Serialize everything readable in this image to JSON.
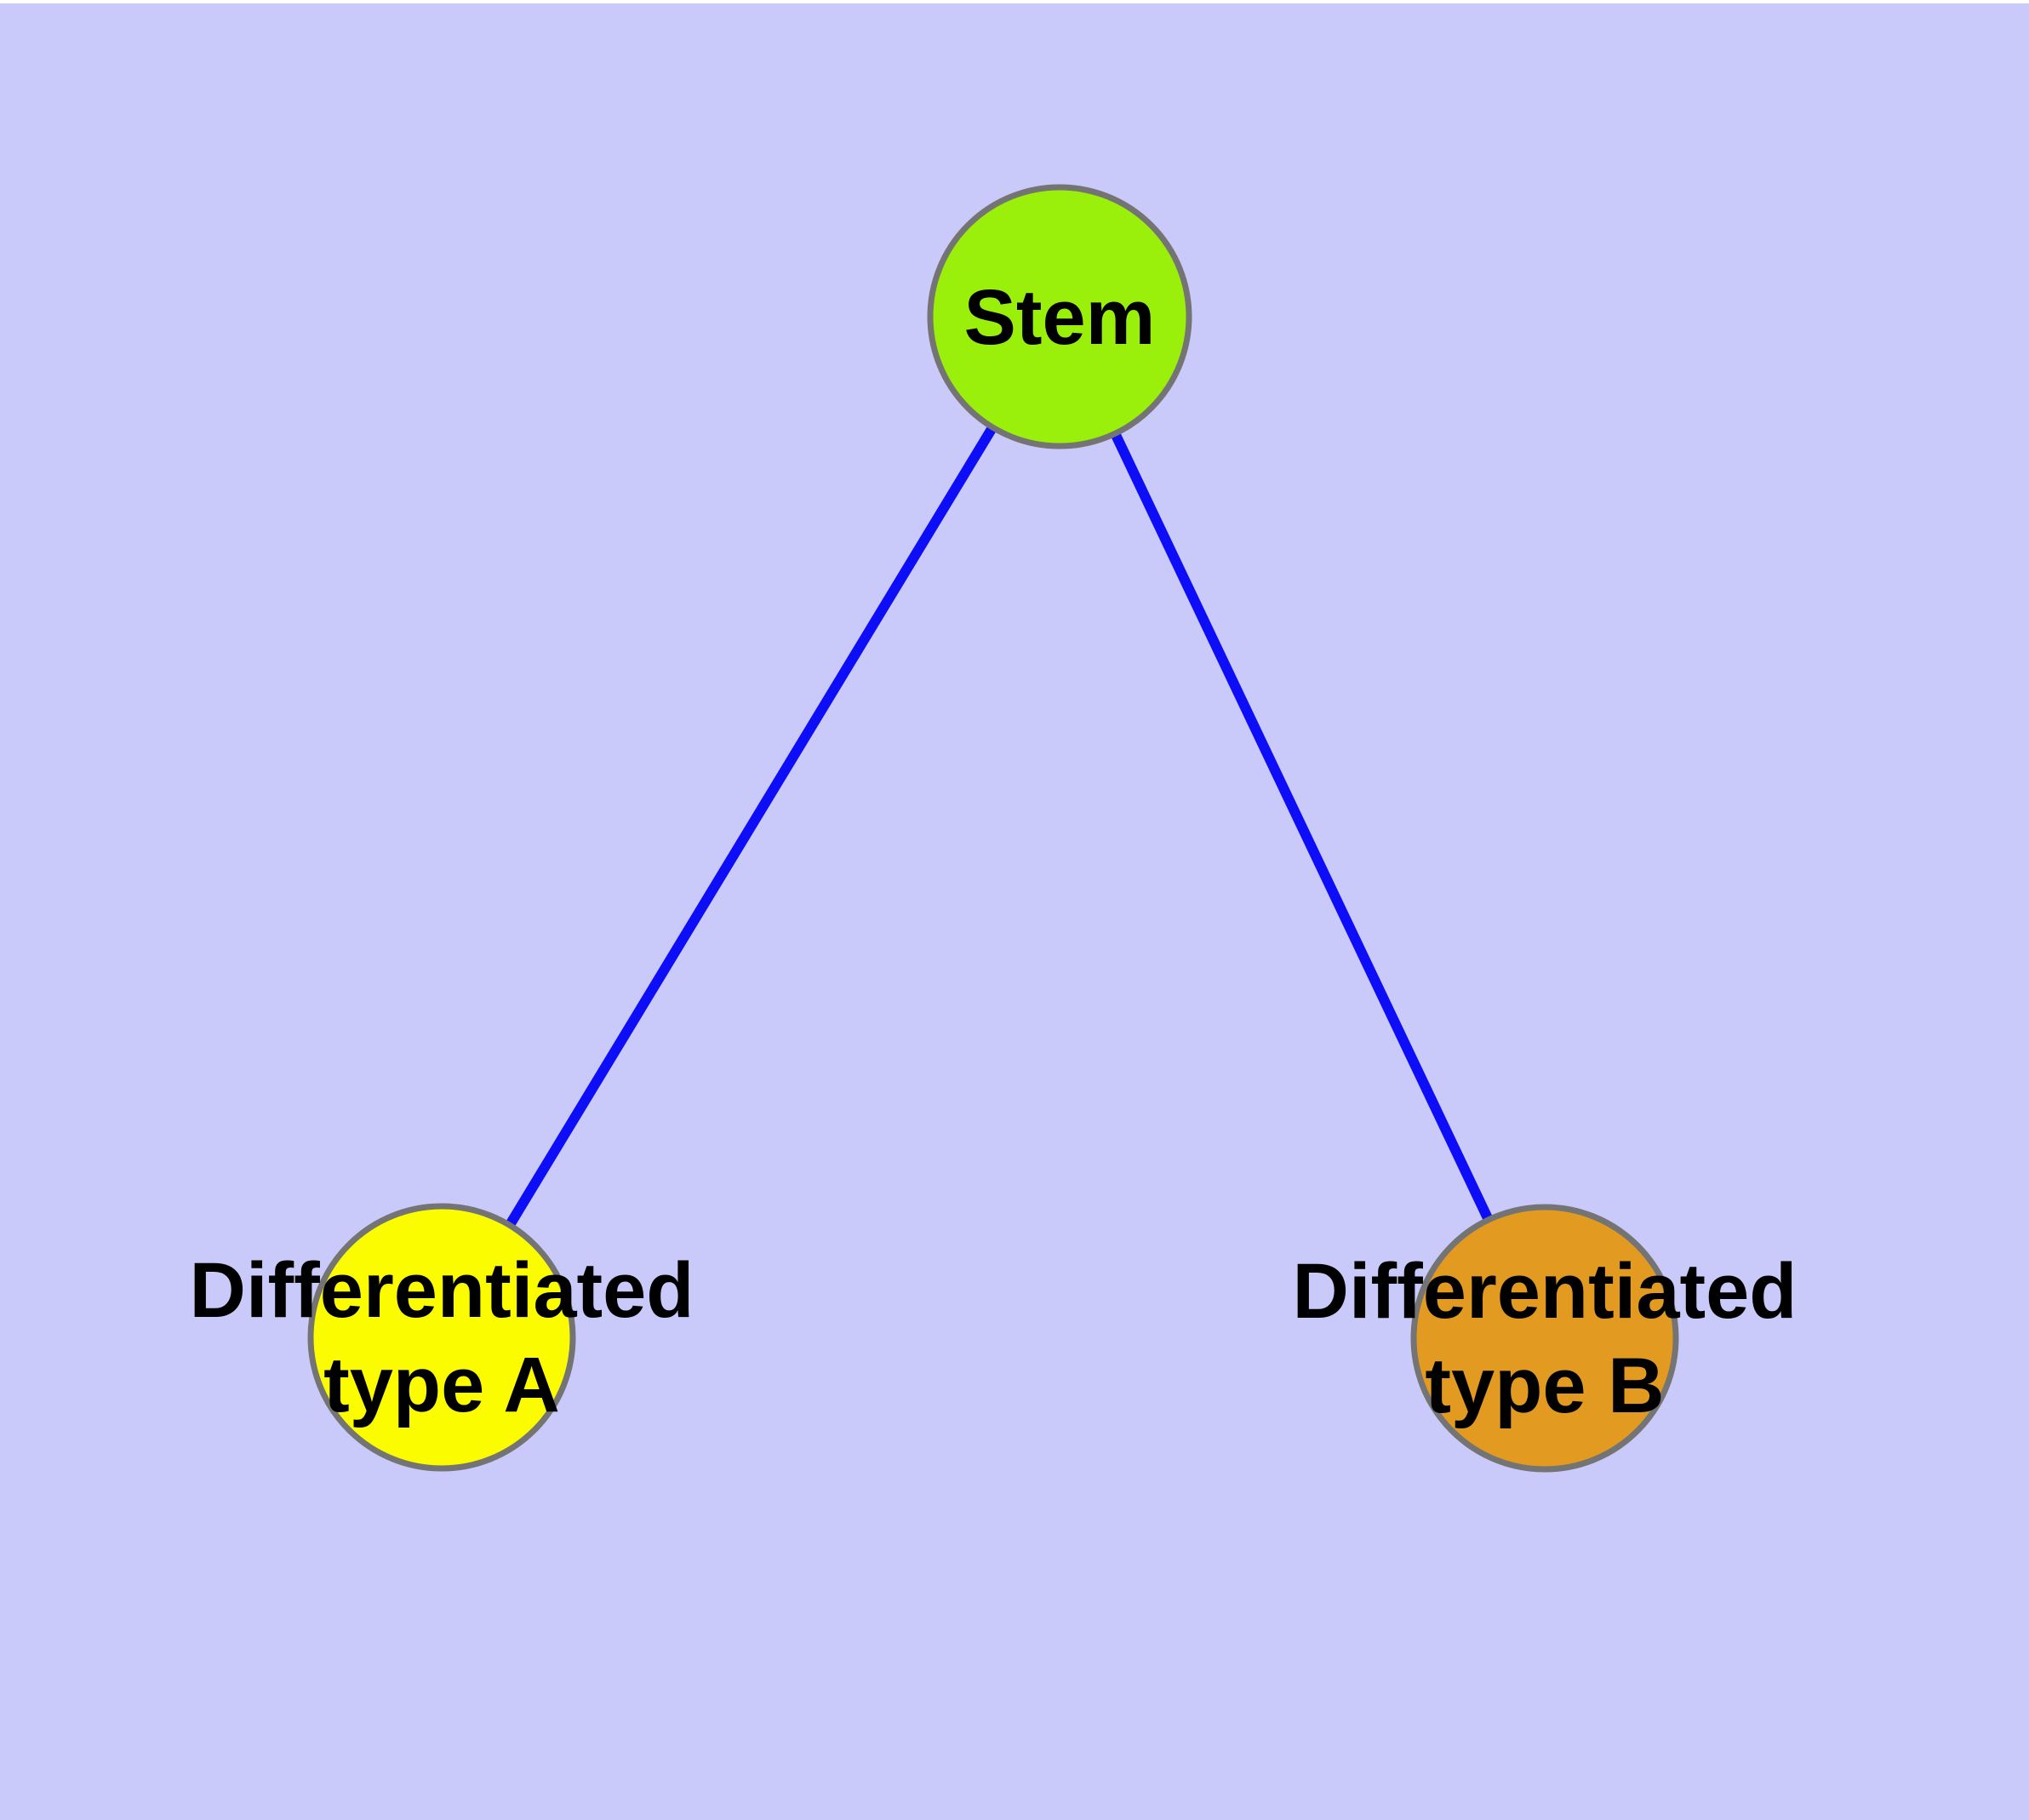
{
  "diagram": {
    "type": "graph",
    "background": "#C9C9FA",
    "top_margin_color": "#FFFFFF",
    "edge_color": "#0D0DF8",
    "node_border_color": "#747474",
    "nodes": [
      {
        "id": "stem",
        "label": "Stem",
        "line1": "Stem",
        "line2": "",
        "fill": "#9AF00A"
      },
      {
        "id": "differentiated-type-a",
        "label": "Differentiated type A",
        "line1": "Differentiated",
        "line2": "type A",
        "fill": "#FCFC00"
      },
      {
        "id": "differentiated-type-b",
        "label": "Differentiated type B",
        "line1": "Differentiated",
        "line2": "type B",
        "fill": "#E29B20"
      }
    ],
    "edges": [
      {
        "from": "Stem",
        "to": "Differentiated type A"
      },
      {
        "from": "Stem",
        "to": "Differentiated type B"
      }
    ]
  }
}
